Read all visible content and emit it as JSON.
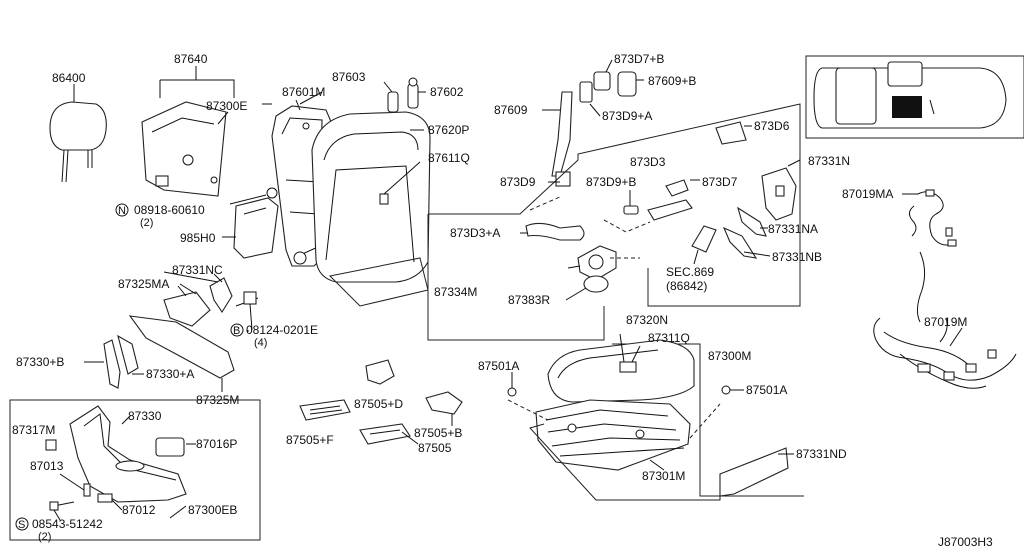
{
  "labels": {
    "p86400": "86400",
    "p87640": "87640",
    "p87300E": "87300E",
    "p87601M": "87601M",
    "p87603": "87603",
    "p87602": "87602",
    "p87620P": "87620P",
    "p87611Q": "87611Q",
    "p87609": "87609",
    "p873D7B": "873D7+B",
    "p87609B": "87609+B",
    "p873D9A": "873D9+A",
    "p873D6": "873D6",
    "p873D3": "873D3",
    "p873D9": "873D9",
    "p873D9B": "873D9+B",
    "p873D7": "873D7",
    "p873D3A": "873D3+A",
    "p87331N": "87331N",
    "p87019MA": "87019MA",
    "p87331NA": "87331NA",
    "p87331NB": "87331NB",
    "sec869": "SEC.869",
    "sec869ref": "(86842)",
    "p87334M": "87334M",
    "p87383R": "87383R",
    "p08918": "08918-60610",
    "p08918qty": "(2)",
    "p985H0": "985H0",
    "p87331NC": "87331NC",
    "p87325MA": "87325MA",
    "p08124": "08124-0201E",
    "p08124qty": "(4)",
    "p87330B": "87330+B",
    "p87330A": "87330+A",
    "p87325M": "87325M",
    "p87330": "87330",
    "p87317M": "87317M",
    "p87016P": "87016P",
    "p87013": "87013",
    "p87012": "87012",
    "p87300EB": "87300EB",
    "p08543": "08543-51242",
    "p08543qty": "(2)",
    "p87320N": "87320N",
    "p87311Q": "87311Q",
    "p87300M": "87300M",
    "p87501A_left": "87501A",
    "p87501A_right": "87501A",
    "p87505D": "87505+D",
    "p87505F": "87505+F",
    "p87505B": "87505+B",
    "p87505": "87505",
    "p87301M": "87301M",
    "p87331ND": "87331ND",
    "p87019M": "87019M",
    "symN": "N",
    "symB": "B",
    "symS": "S",
    "diagramId": "J87003H3"
  }
}
